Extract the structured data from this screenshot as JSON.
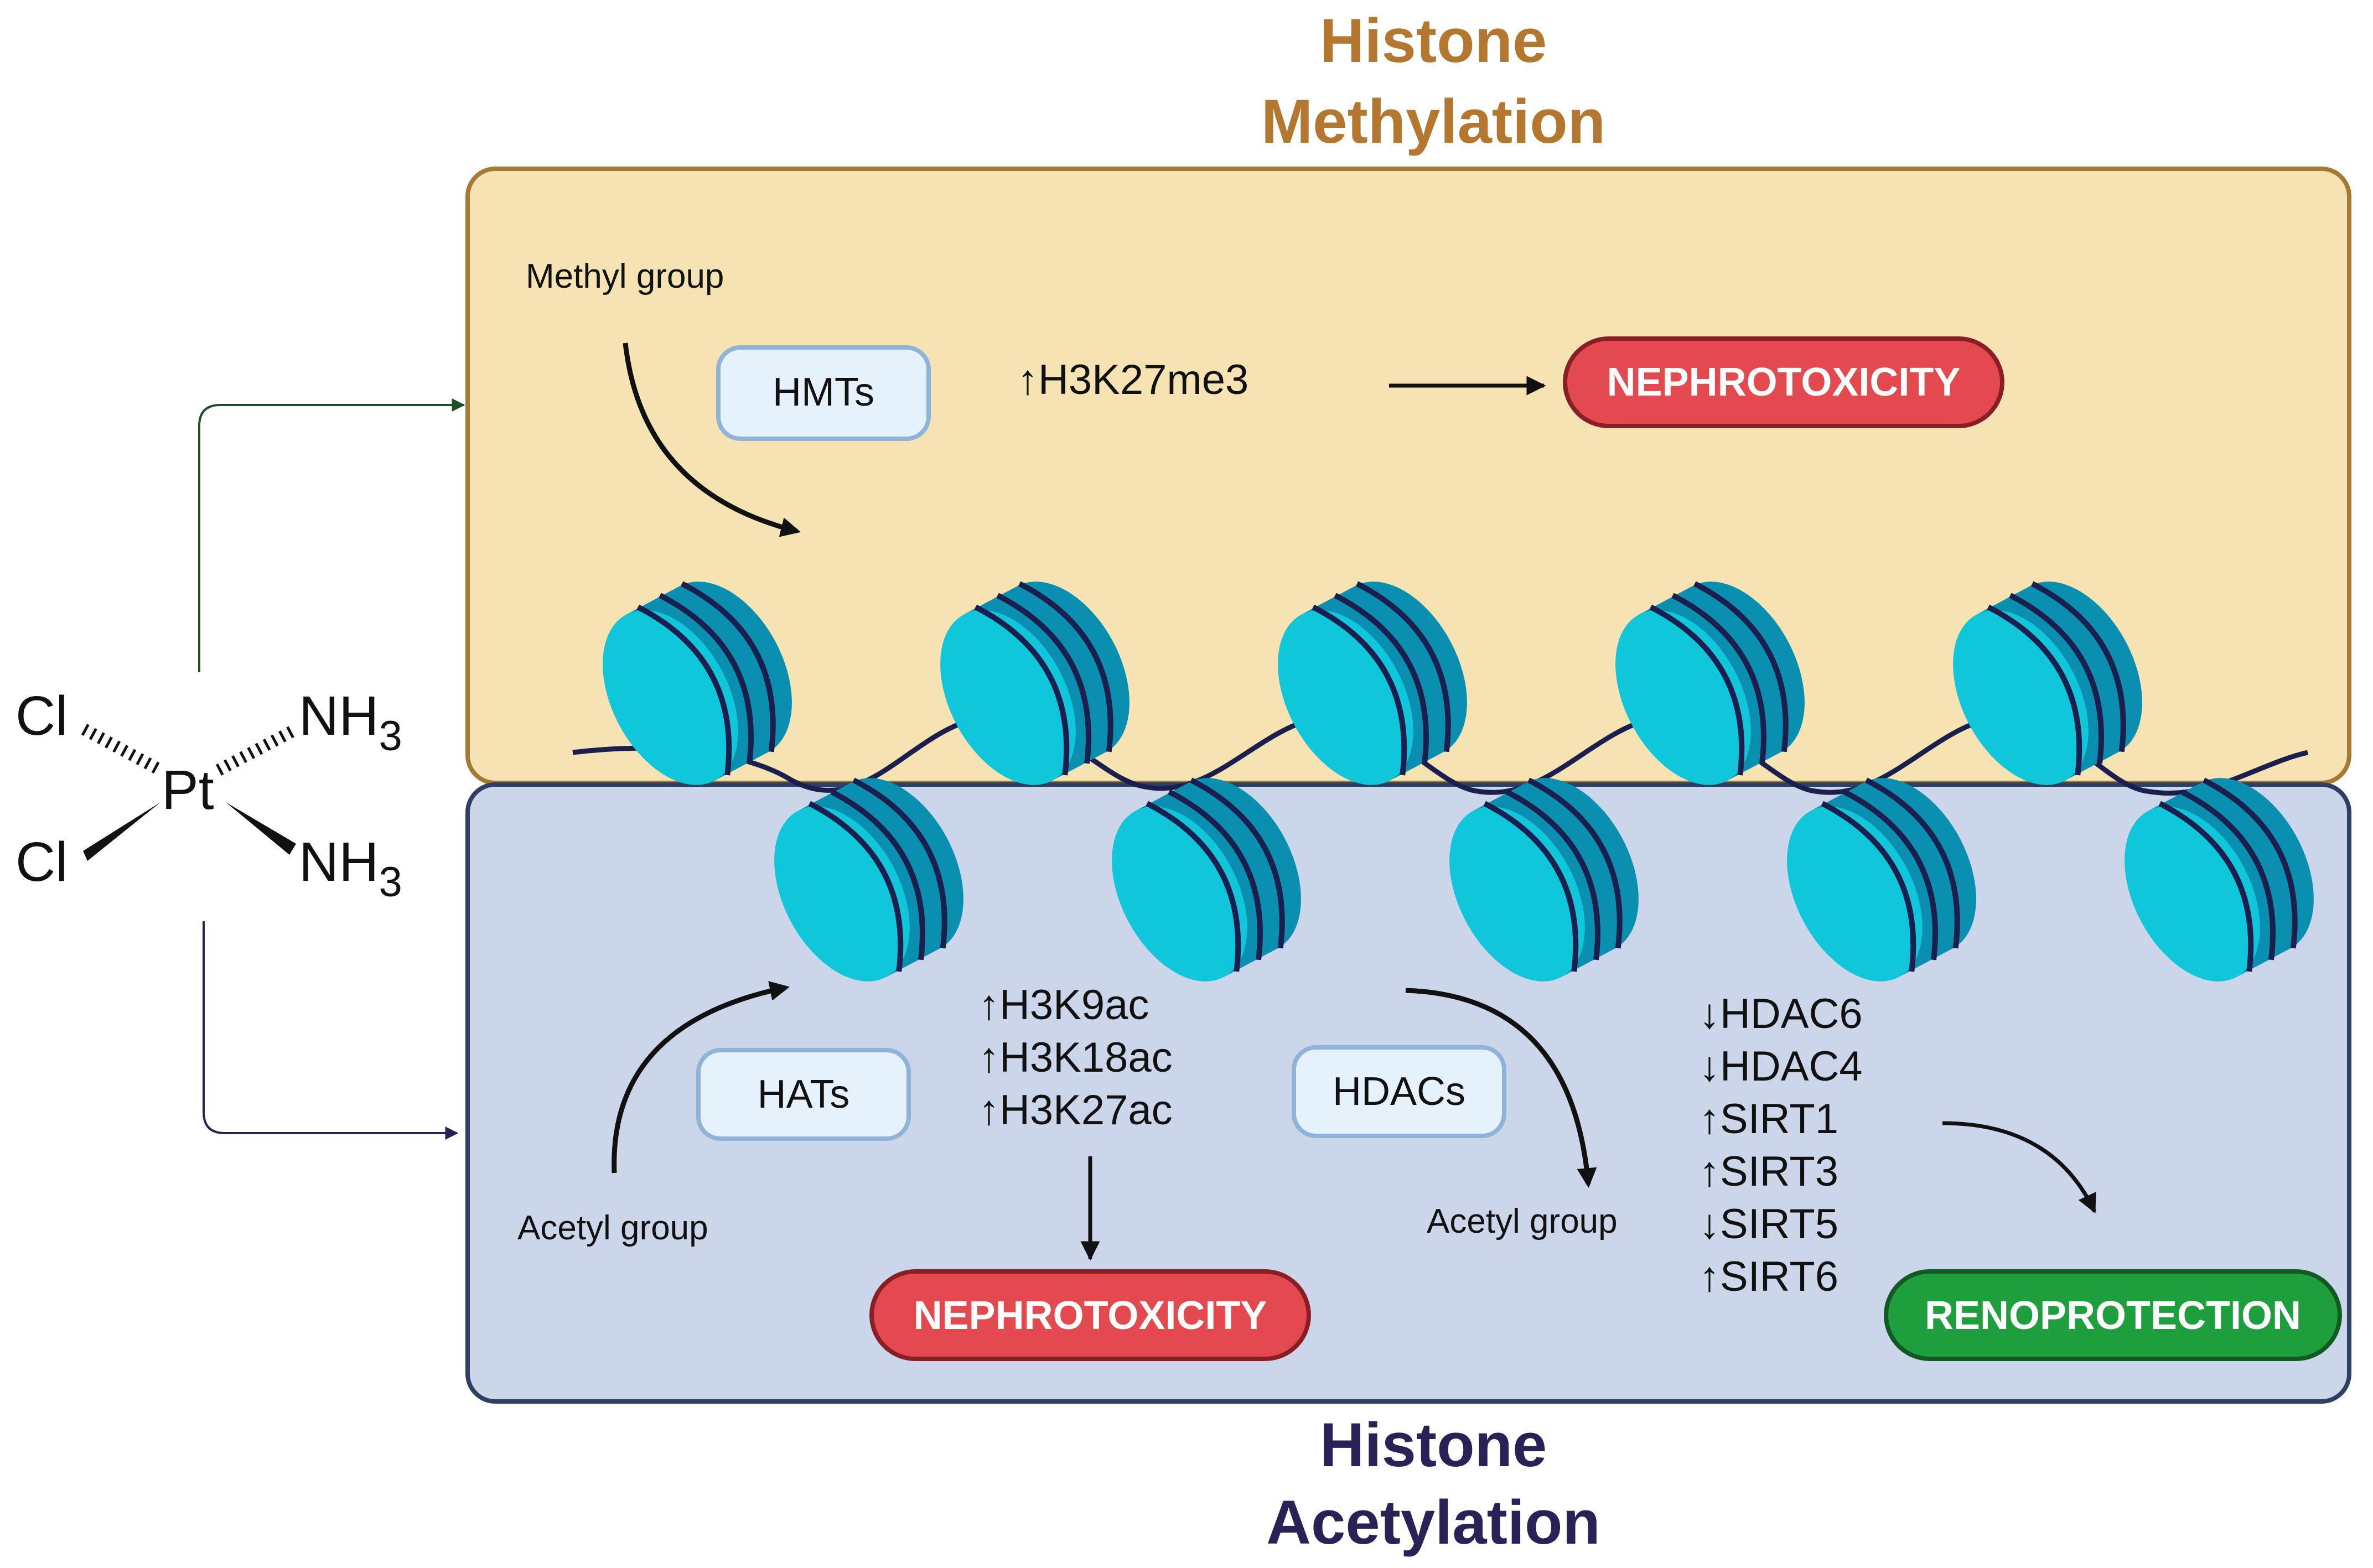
{
  "colors": {
    "methylation_fill": "#f5e3b3",
    "methylation_stroke": "#a77a33",
    "methylation_title": "#b3772f",
    "acetylation_fill": "#ccd6ea",
    "acetylation_stroke": "#2f3f63",
    "acetylation_title": "#2a2256",
    "nucleosome_light": "#10c6da",
    "nucleosome_dark": "#0a8fb0",
    "dna": "#1a1f4d",
    "enzyme_fill": "#e5f2fb",
    "enzyme_stroke": "#8fb3d9",
    "nephrotoxicity_fill": "#e24a4f",
    "nephrotoxicity_stroke": "#8a1e25",
    "renoprotection_fill": "#1f9e3e",
    "renoprotection_stroke": "#125a24",
    "arrow_green": "#1f4d2a",
    "arrow_purple": "#2a2256"
  },
  "methylation": {
    "title_line1": "Histone",
    "title_line2": "Methylation",
    "methyl_group_label": "Methyl group",
    "enzyme": "HMTs",
    "marker_arrow": "↑",
    "marker": "H3K27me3",
    "outcome": "NEPHROTOXICITY"
  },
  "acetylation": {
    "title_line1": "Histone",
    "title_line2": "Acetylation",
    "acetyl_group_left": "Acetyl group",
    "acetyl_group_right": "Acetyl group",
    "hat_enzyme": "HATs",
    "hdac_enzyme": "HDACs",
    "hat_markers": [
      {
        "arrow": "↑",
        "name": "H3K9ac"
      },
      {
        "arrow": "↑",
        "name": "H3K18ac"
      },
      {
        "arrow": "↑",
        "name": "H3K27ac"
      }
    ],
    "hat_outcome": "NEPHROTOXICITY",
    "hdac_markers": [
      {
        "arrow": "↓",
        "name": "HDAC6"
      },
      {
        "arrow": "↓",
        "name": "HDAC4"
      },
      {
        "arrow": "↑",
        "name": "SIRT1"
      },
      {
        "arrow": "↑",
        "name": "SIRT3"
      },
      {
        "arrow": "↓",
        "name": "SIRT5"
      },
      {
        "arrow": "↑",
        "name": "SIRT6"
      }
    ],
    "hdac_outcome": "RENOPROTECTION"
  },
  "cisplatin": {
    "cl_top": "Cl",
    "cl_bottom": "Cl",
    "pt": "Pt",
    "nh_top": "NH",
    "nh_top_sub": "3",
    "nh_bottom": "NH",
    "nh_bottom_sub": "3"
  }
}
